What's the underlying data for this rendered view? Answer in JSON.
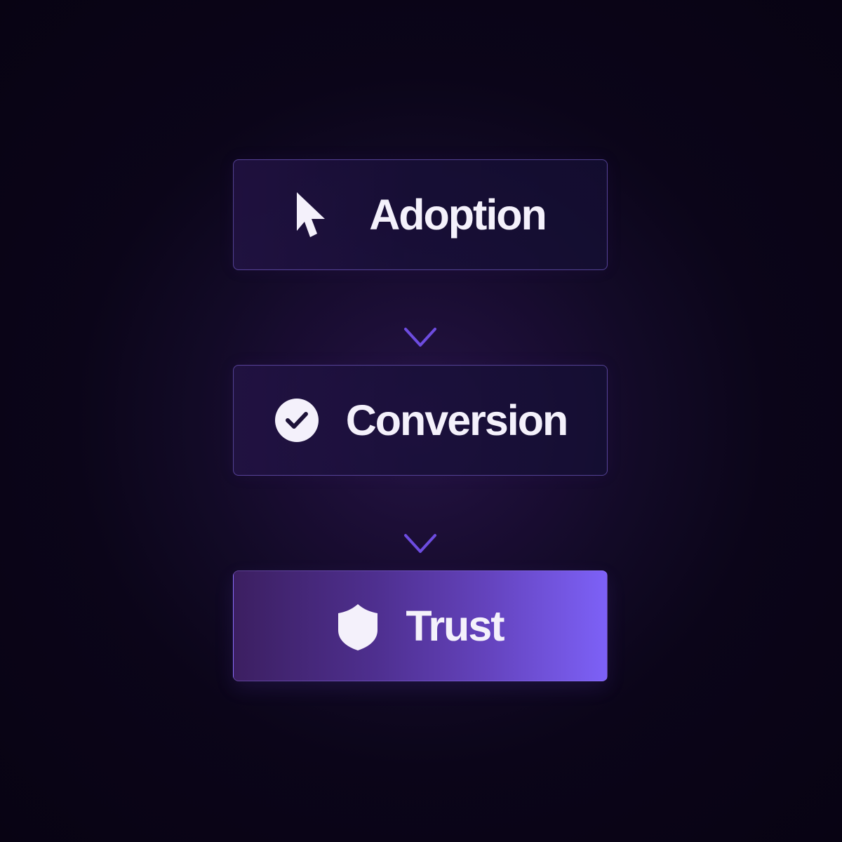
{
  "diagram": {
    "steps": [
      {
        "label": "Adoption",
        "icon": "cursor-icon"
      },
      {
        "label": "Conversion",
        "icon": "check-circle-icon"
      },
      {
        "label": "Trust",
        "icon": "shield-icon"
      }
    ],
    "arrows": [
      "down-arrow-icon",
      "down-arrow-icon"
    ],
    "colors": {
      "background": "#090415",
      "card": "#1b1038",
      "card_border": "#7c64d6",
      "text": "#f4f1fb",
      "arrow": "#6d4ce0",
      "highlight_start": "#3c1f61",
      "highlight_end": "#7d61f7"
    }
  }
}
